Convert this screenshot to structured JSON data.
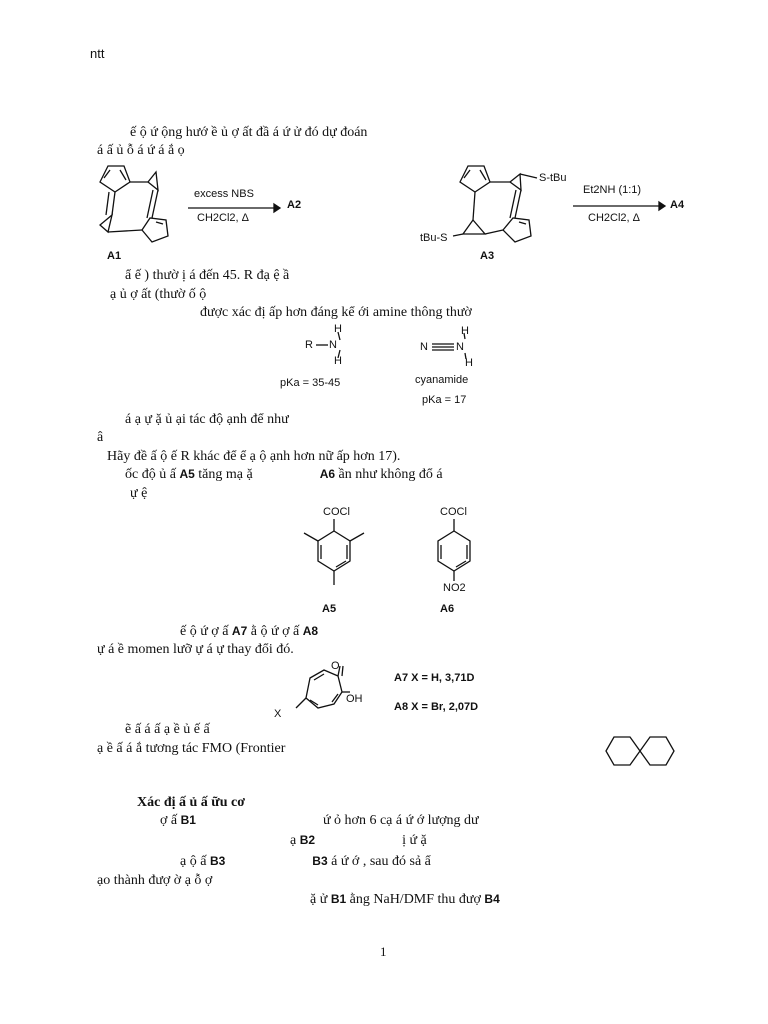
{
  "header": {
    "text": "ntt"
  },
  "page_number": "1",
  "lines": {
    "l1": "ế ộ ứ ộng hướ ề ủ ợ ất đầ á ứ ử đó dự đoán",
    "l2": "á ấ ủ ỗ á ứ á ắ ọ",
    "l3": "ẩ ế ) thườ ị á đến 45. R đạ ệ ầ",
    "l4": "ạ ủ ợ ất (thườ ố ộ",
    "l5": "được xác đị ấp hơn đáng kể ới amine thông thườ",
    "l6": "á ạ ự ặ ủ ại tác độ ạnh để như",
    "l7": "â",
    "l8": "Hãy đề ấ ộ ế R khác để ể ạ ộ ạnh hơn nữ ấp hơn 17).",
    "l9a": "ốc độ ủ ấ",
    "l9b": "A5",
    "l9c": "tăng mạ ặ",
    "l9d": "A6",
    "l9e": "ần như không đổ á",
    "l10": "ự ệ",
    "l11a": "ế ộ ứ ợ ấ",
    "l11b": "A7",
    "l11c": "ằ ộ ứ ợ ấ",
    "l11d": "A8",
    "l12": "ự á ề momen lưỡ ự á ự thay đổi đó.",
    "l13": "ẽ ấ á ấ ạ ề ủ ế ấ",
    "l14": "ạ ề ấ á ắ tương tác FMO (Frontier",
    "section_title": "Xác đị ấ ủ ấ ữu cơ",
    "l15a": "ợ ấ",
    "l15b": "B1",
    "l15c": "ứ ỏ hơn 6 cạ á ứ ớ lượng dư",
    "l16a": "ạ",
    "l16b": "B2",
    "l16c": "ị ứ ặ",
    "l17a": "ạ ộ ấ",
    "l17b": "B3",
    "l17c": "B3",
    "l17d": "á ứ ớ , sau đó sả ẩ",
    "l18": "ạo thành đượ ờ ạ ỗ ợ",
    "l19a": "ặ ử",
    "l19b": "B1",
    "l19c": "ằng NaH/DMF thu đượ",
    "l19d": "B4"
  },
  "scheme1": {
    "reagent_top": "excess NBS",
    "reagent_bottom": "CH2Cl2, Δ",
    "product": "A2",
    "start": "A1"
  },
  "scheme2": {
    "reagent_top": "Et2NH (1:1)",
    "reagent_bottom": "CH2Cl2, Δ",
    "product": "A4",
    "start": "A3",
    "sub1": "S-tBu",
    "sub2": "tBu-S"
  },
  "amines": {
    "amine_label": "pKa = 35-45",
    "cyanamide_name": "cyanamide",
    "cyanamide_pka": "pKa = 17",
    "R": "R",
    "N": "N",
    "H": "H"
  },
  "acyl": {
    "a5": "A5",
    "a6": "A6",
    "cocl": "COCl",
    "no2": "NO2"
  },
  "tropolone": {
    "x": "X",
    "o": "O",
    "oh": "OH",
    "a7": "A7  X = H,  3,71D",
    "a8": "A8  X = Br,  2,07D"
  }
}
